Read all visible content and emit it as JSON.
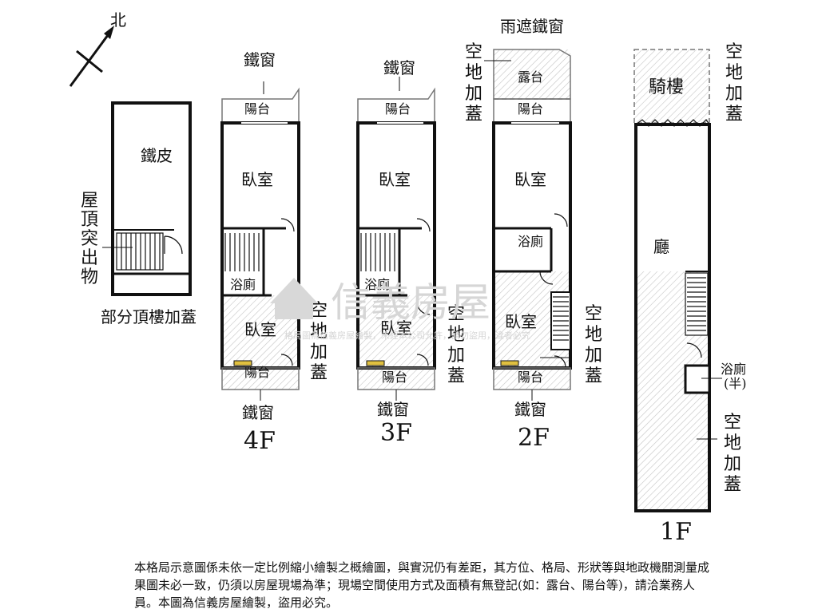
{
  "compass": {
    "label": "北"
  },
  "roof": {
    "label_iron": "鐵皮",
    "label_protrusion": "屋頂突出物",
    "label_partial": "部分頂樓加蓋"
  },
  "floor4": {
    "name": "4F",
    "window_top": "鐵窗",
    "balcony_top": "陽台",
    "bedroom_front": "臥室",
    "bathroom": "浴廁",
    "bedroom_back": "臥室",
    "balcony_back": "陽台",
    "window_bottom": "鐵窗",
    "addition": "空地加蓋"
  },
  "floor3": {
    "name": "3F",
    "window_top": "鐵窗",
    "balcony_top": "陽台",
    "bedroom_front": "臥室",
    "bathroom": "浴廁",
    "bedroom_back": "臥室",
    "balcony_back": "陽台",
    "window_bottom": "鐵窗",
    "addition": "空地加蓋"
  },
  "floor2": {
    "name": "2F",
    "awning": "雨遮鐵窗",
    "terrace": "露台",
    "addition_top": "空地加蓋",
    "balcony_top": "陽台",
    "bedroom_front": "臥室",
    "bathroom": "浴廁",
    "bedroom_back": "臥室",
    "balcony_back": "陽台",
    "window_bottom": "鐵窗",
    "addition": "空地加蓋"
  },
  "floor1": {
    "name": "1F",
    "arcade": "騎樓",
    "addition_top": "空地加蓋",
    "living": "廳",
    "bathroom": "浴廁",
    "bathroom_half": "(半)",
    "addition": "空地加蓋"
  },
  "watermark": {
    "brand": "信義房屋",
    "notice": "格局圖為信義房屋繪製，未經本公司允許，請勿盜用，違者必究"
  },
  "disclaimer": "本格局示意圖係未依一定比例縮小繪製之概繪圖，與實況仍有差距，其方位、格局、形狀等與地政機關測量成果圖未必一致，仍須以房屋現場為準；現場空間使用方式及面積有無登記(如：露台、陽台等)，請洽業務人員。本圖為信義房屋繪製，盜用必究。",
  "colors": {
    "wall": "#111111",
    "hatch": "#bdbdbd",
    "watermark": "#d6d6d6",
    "window": "#e0c040"
  }
}
